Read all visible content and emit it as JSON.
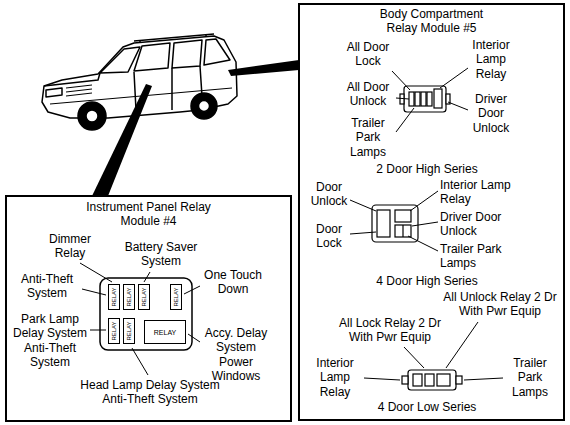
{
  "diagram": {
    "nodes": [
      {
        "text": [
          "Instrument Panel Relay Module #4"
        ]
      },
      {
        "text": [
          "RELAY"
        ],
        "in": 0
      },
      {
        "text": [
          "RELAY"
        ],
        "in": 0
      },
      {
        "text": [
          "RELAY"
        ],
        "in": 0
      },
      {
        "text": [
          "RELAY"
        ],
        "in": 0
      },
      {
        "text": [
          "RELAY"
        ],
        "in": 0
      },
      {
        "text": [
          "RELAY"
        ],
        "in": 0
      },
      {
        "text": [
          "RELAY"
        ],
        "in": 0
      },
      {
        "text": [
          "Body Compartment Relay Module #5"
        ]
      }
    ],
    "labels": [
      "Dimmer Relay",
      "Battery Saver System",
      "Anti-Theft System",
      "One Touch Down",
      "Park Lamp Delay System Anti-Theft System",
      "Accy. Delay System Power Windows",
      "Head Lamp Delay System Anti-Theft System",
      "All Door Lock",
      "Interior Lamp Relay",
      "All Door Unlock",
      "Driver Door Unlock",
      "Trailer Park Lamps",
      "2 Door High Series",
      "Door Unlock",
      "Interior Lamp Relay",
      "Door Lock",
      "Driver Door Unlock",
      "Trailer Park Lamps",
      "4 Door High Series",
      "All Unlock Relay 2 Dr With Pwr Equip",
      "All Lock Relay 2 Dr With Pwr Equip",
      "Interior Lamp Relay",
      "Trailer Park Lamps",
      "4 Door Low Series"
    ]
  }
}
